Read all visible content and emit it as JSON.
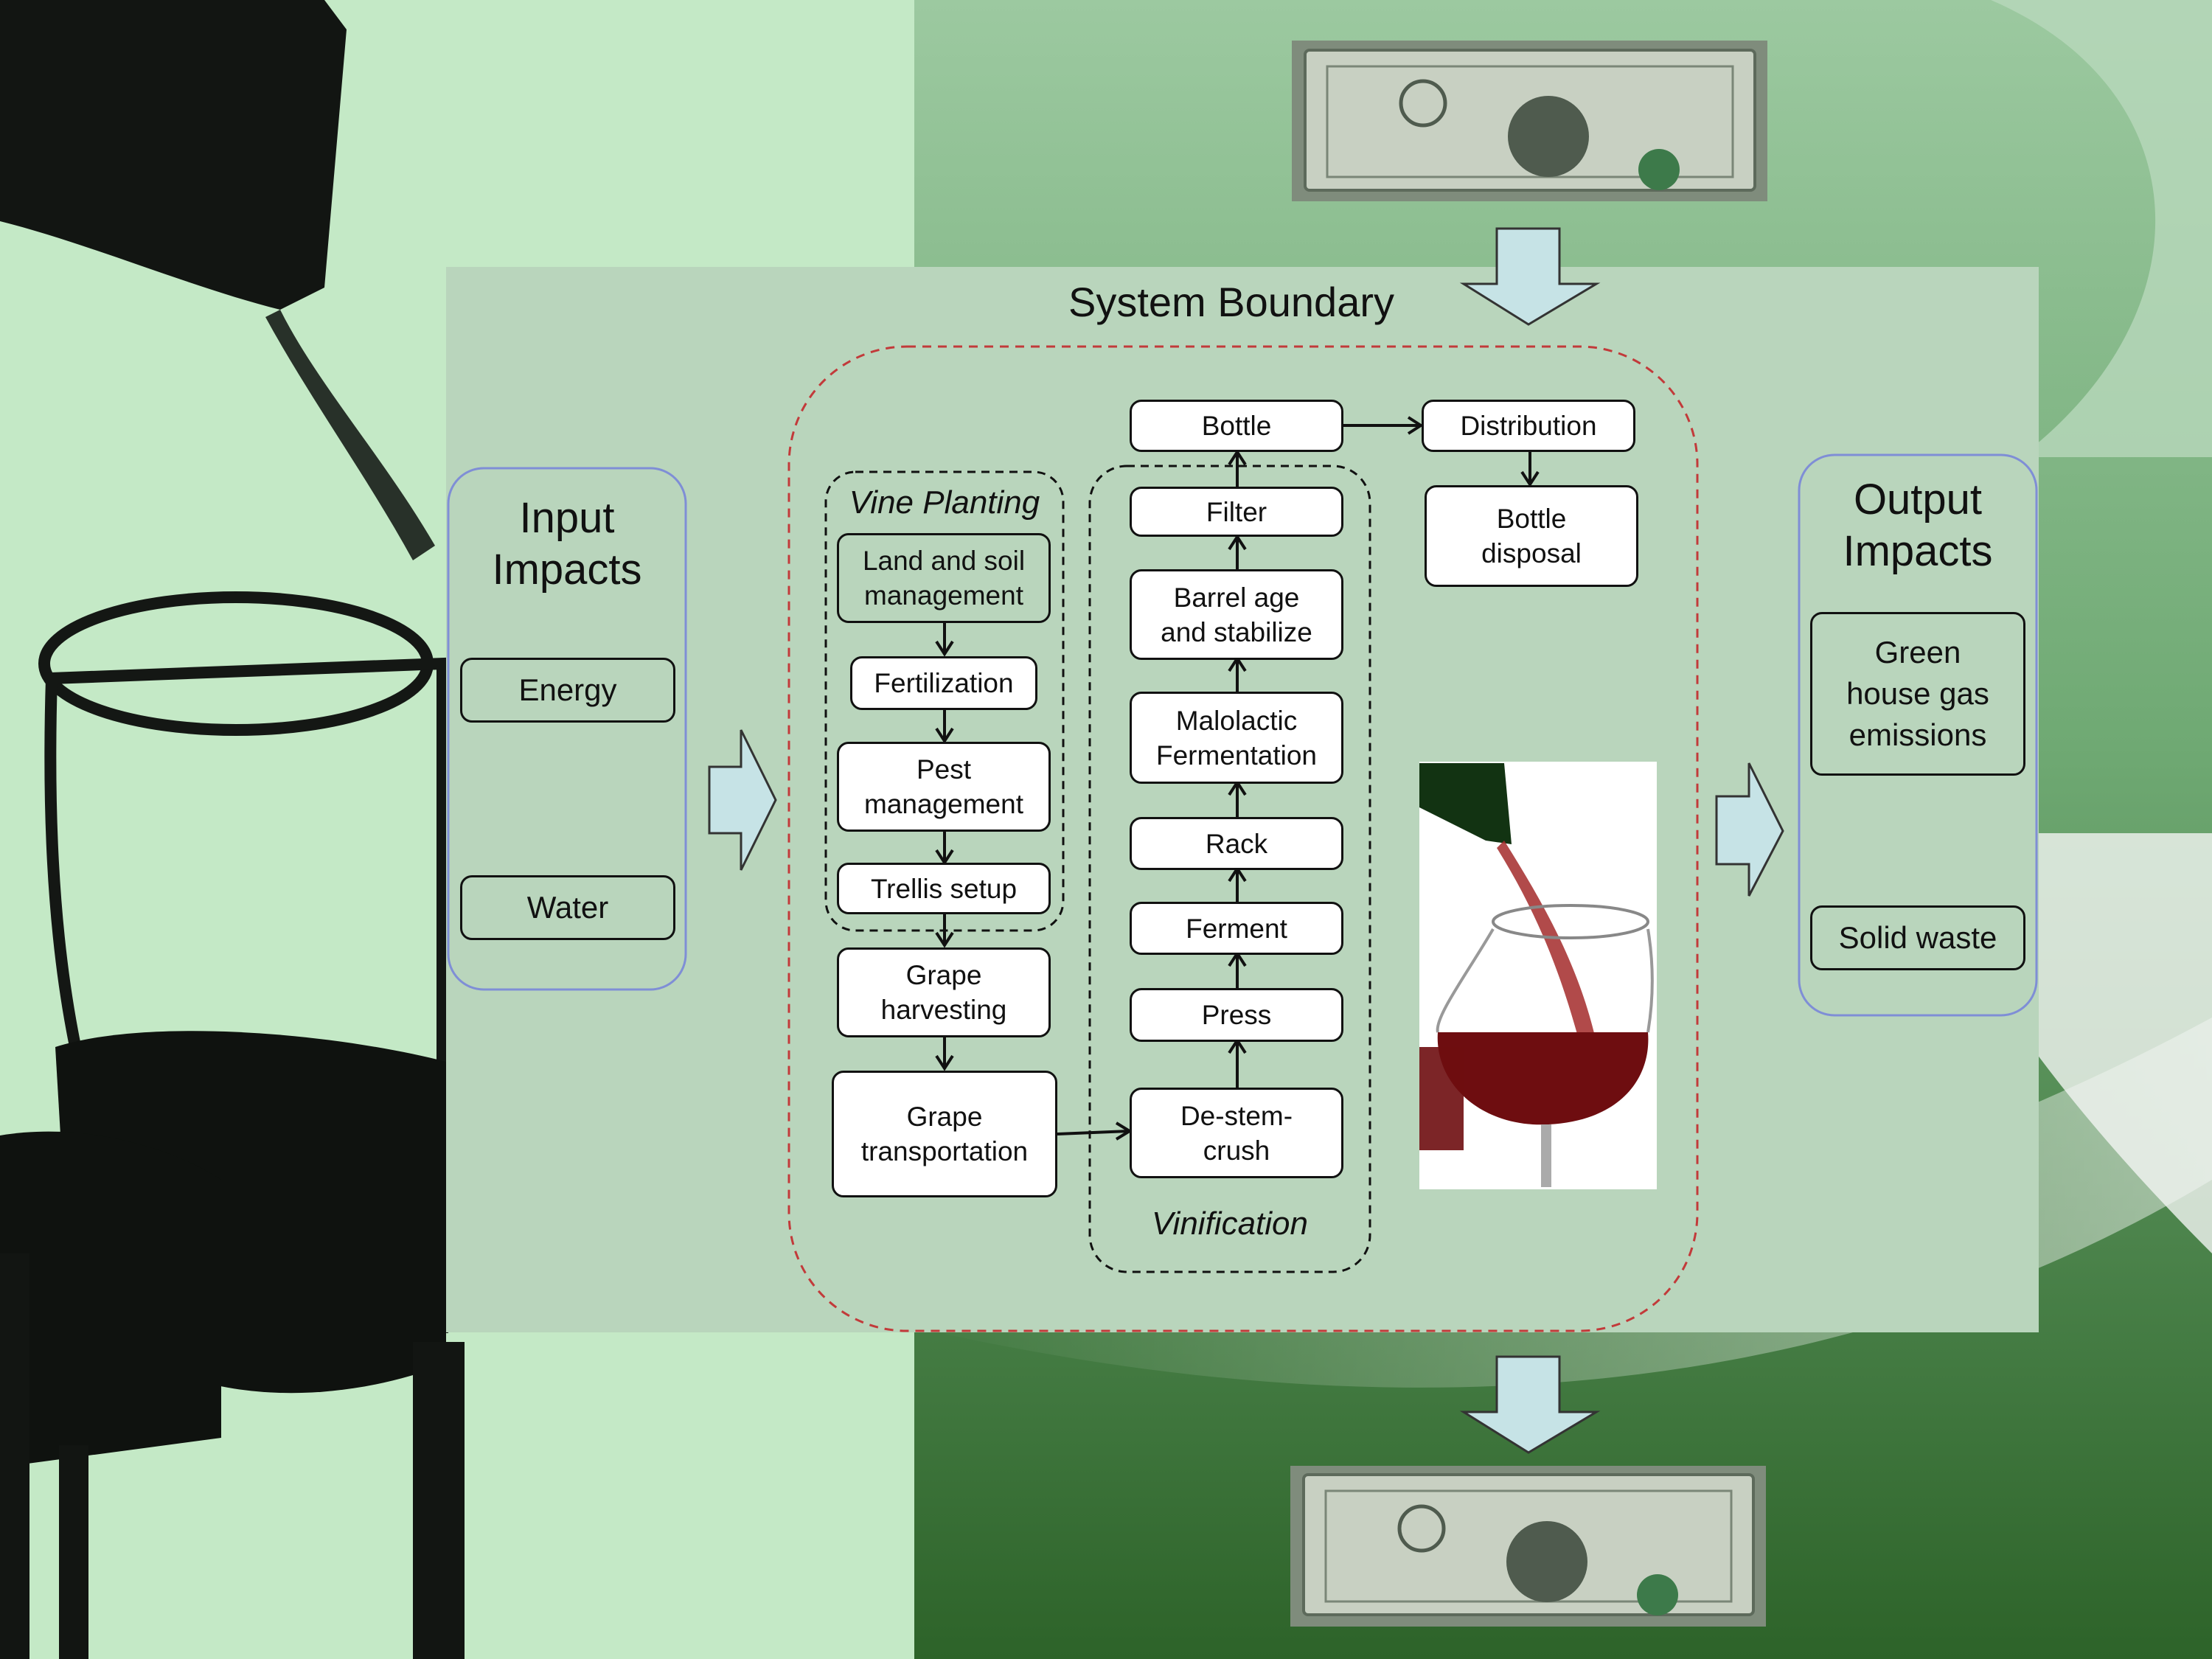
{
  "title": "System Boundary",
  "input": {
    "heading_line1": "Input",
    "heading_line2": "Impacts",
    "items": [
      "Energy",
      "Water"
    ]
  },
  "output": {
    "heading_line1": "Output",
    "heading_line2": "Impacts",
    "items": [
      "Green",
      "house gas",
      "emissions",
      "Solid waste"
    ]
  },
  "vine_planting": {
    "label": "Vine Planting",
    "steps": [
      {
        "l1": "Land and soil",
        "l2": "management"
      },
      {
        "l1": "Fertilization"
      },
      {
        "l1": "Pest",
        "l2": "management"
      },
      {
        "l1": "Trellis setup"
      }
    ]
  },
  "harvest": [
    {
      "l1": "Grape",
      "l2": "harvesting"
    },
    {
      "l1": "Grape",
      "l2": "transportation"
    }
  ],
  "vinification": {
    "label": "Vinification",
    "steps": [
      {
        "l1": "De-stem-",
        "l2": "crush"
      },
      {
        "l1": "Press"
      },
      {
        "l1": "Ferment"
      },
      {
        "l1": "Rack"
      },
      {
        "l1": "Malolactic",
        "l2": "Fermentation"
      },
      {
        "l1": "Barrel age",
        "l2": "and stabilize"
      },
      {
        "l1": "Filter"
      }
    ]
  },
  "packaging": {
    "bottle": "Bottle",
    "distribution": "Distribution",
    "disposal_l1": "Bottle",
    "disposal_l2": "disposal"
  },
  "colors": {
    "panel": "#b9d5bc",
    "arrow_fill": "#c6e3e6",
    "boundary_dash": "#c23a3a",
    "impact_border": "#7f8ed6",
    "light_green": "#c4e9c6",
    "dark_green": "#2f6a2a"
  },
  "icons": [
    "money-image",
    "wine-pour-image",
    "wine-glass-photo"
  ]
}
